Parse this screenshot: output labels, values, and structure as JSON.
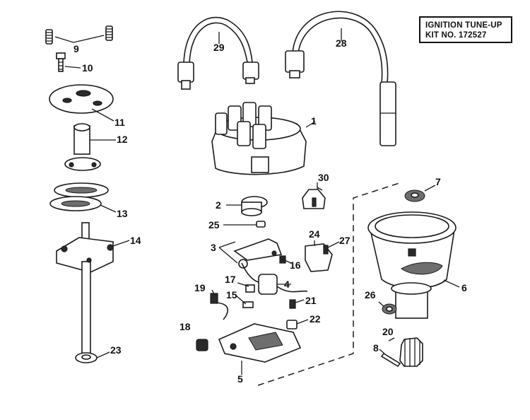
{
  "kit_box": {
    "line1": "IGNITION TUNE-UP",
    "line2": "KIT NO. 172527"
  },
  "callouts": {
    "c1": "1",
    "c2": "2",
    "c3": "3",
    "c4": "4",
    "c5": "5",
    "c6": "6",
    "c7": "7",
    "c8": "8",
    "c9": "9",
    "c10": "10",
    "c11": "11",
    "c12": "12",
    "c13": "13",
    "c14": "14",
    "c15": "15",
    "c16": "16",
    "c17": "17",
    "c18": "18",
    "c19": "19",
    "c20": "20",
    "c21": "21",
    "c22": "22",
    "c23": "23",
    "c24": "24",
    "c25": "25",
    "c26": "26",
    "c27": "27",
    "c28": "28",
    "c29": "29",
    "c30": "30"
  }
}
